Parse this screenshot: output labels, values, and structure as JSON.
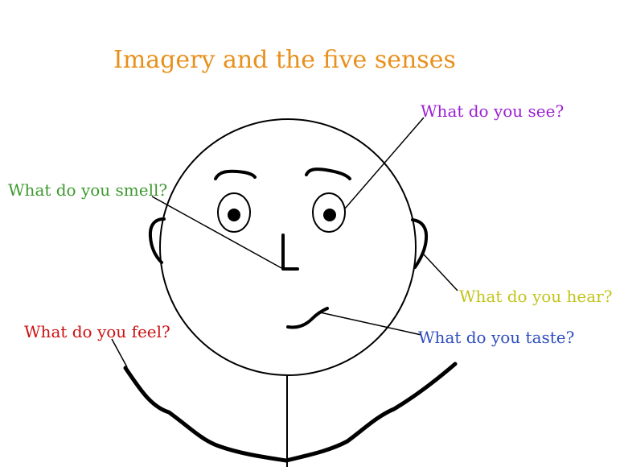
{
  "title": {
    "text": "Imagery and the five senses",
    "color": "#e8901c"
  },
  "senses": {
    "see": {
      "text": "What do you see?",
      "color": "#9b1fd6"
    },
    "smell": {
      "text": "What do you smell?",
      "color": "#3c9a2e"
    },
    "hear": {
      "text": "What do you hear?",
      "color": "#c3c41b"
    },
    "feel": {
      "text": "What do you feel?",
      "color": "#cc1111"
    },
    "taste": {
      "text": "What do you taste?",
      "color": "#2f4fbf"
    }
  }
}
